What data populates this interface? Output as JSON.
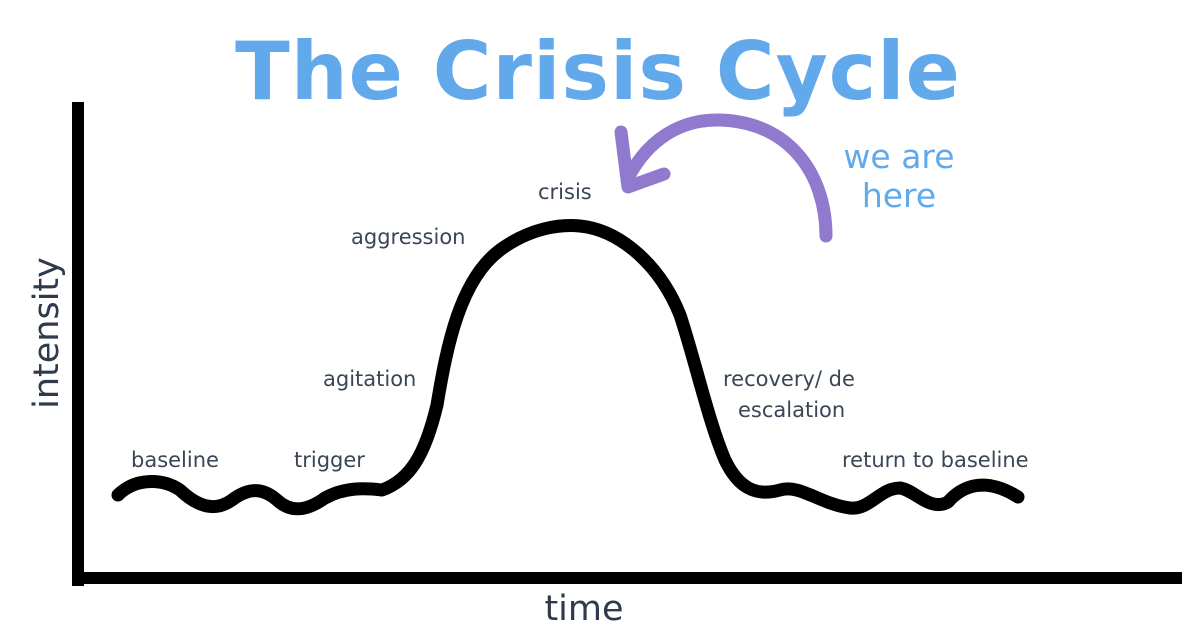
{
  "title": "The Crisis Cycle",
  "axes": {
    "y_label": "intensity",
    "x_label": "time"
  },
  "stages": {
    "baseline": "baseline",
    "trigger": "trigger",
    "agitation": "agitation",
    "aggression": "aggression",
    "crisis": "crisis",
    "recovery_line1": "recovery/ de",
    "recovery_line2": "escalation",
    "return": "return to baseline"
  },
  "annotation": {
    "line1": "we are",
    "line2": "here",
    "arrow_icon": "curved-arrow-icon"
  },
  "colors": {
    "title": "#62a9ec",
    "annotation_text": "#62a9ec",
    "arrow": "#8f7ace",
    "stage_text": "#3a4656",
    "axis_label": "#2f3b4c",
    "curve": "#000000",
    "axes": "#000000"
  }
}
